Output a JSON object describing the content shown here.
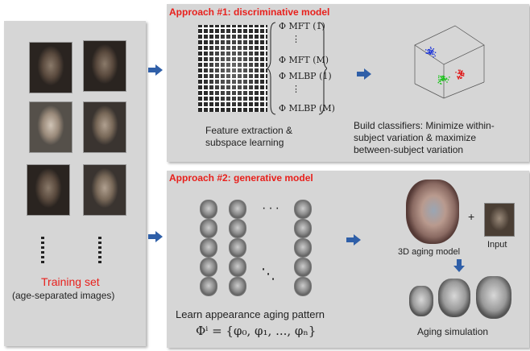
{
  "training": {
    "title": "Training set",
    "subtitle": "(age-separated images)"
  },
  "approach1": {
    "title": "Approach #1: discriminative model",
    "feature_caption_line1": "Feature extraction &",
    "feature_caption_line2": "subspace learning",
    "classifier_caption_line1": "Build classifiers: Minimize within-",
    "classifier_caption_line2": "subject variation & maximize",
    "classifier_caption_line3": "between-subject variation",
    "phi_items": [
      "Φ MFT (1)",
      "⋮",
      "Φ MFT (M)",
      "Φ MLBP (1)",
      "⋮",
      "Φ MLBP (M)"
    ],
    "cluster_colors": [
      "#1a33d9",
      "#19c219",
      "#e01818"
    ]
  },
  "approach2": {
    "title": "Approach #2: generative model",
    "pattern_caption": "Learn appearance aging pattern",
    "formula": "Φⁱ = {φ₀, φ₁, ..., φₙ}",
    "dots_h": "···",
    "dots_d": "⋱",
    "plus": "+",
    "model_label": "3D aging model",
    "input_label": "Input",
    "simulation_label": "Aging simulation"
  },
  "colors": {
    "arrow": "#2f5fa8",
    "title_red": "#e8201c",
    "panel": "#d6d6d6"
  }
}
